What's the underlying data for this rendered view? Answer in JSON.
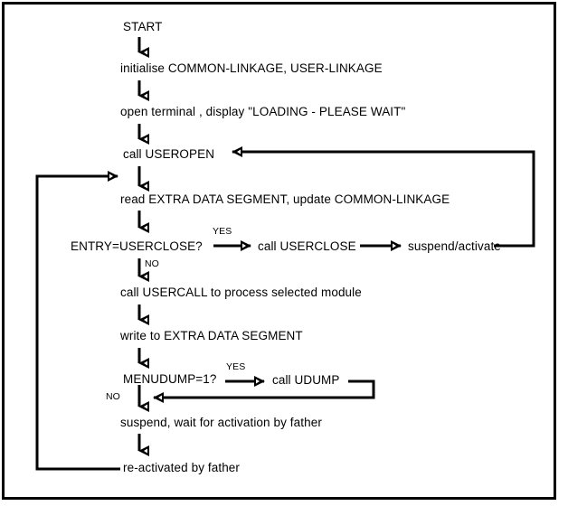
{
  "diagram": {
    "title": "Program flow chart",
    "background_color": "#ffffff",
    "line_color": "#000000",
    "border_color": "#000000",
    "nodes": [
      {
        "id": "start",
        "label": "START"
      },
      {
        "id": "initialise",
        "label": "initialise COMMON-LINKAGE, USER-LINKAGE"
      },
      {
        "id": "open_terminal",
        "label": "open terminal ,   display \"LOADING - PLEASE WAIT\""
      },
      {
        "id": "useropen",
        "label": "call USEROPEN"
      },
      {
        "id": "read_eds",
        "label": "read EXTRA DATA SEGMENT, update COMMON-LINKAGE"
      },
      {
        "id": "entry_check",
        "label": "ENTRY=USERCLOSE?"
      },
      {
        "id": "userclose",
        "label": "call USERCLOSE"
      },
      {
        "id": "suspend_act",
        "label": "suspend/activate"
      },
      {
        "id": "usercall",
        "label": "call USERCALL to process selected module"
      },
      {
        "id": "write_eds",
        "label": "write to EXTRA DATA SEGMENT"
      },
      {
        "id": "menudump",
        "label": "MENUDUMP=1?"
      },
      {
        "id": "udump",
        "label": "call UDUMP"
      },
      {
        "id": "suspend_wait",
        "label": "suspend, wait for activation by father"
      },
      {
        "id": "reactivated",
        "label": "re-activated by father"
      }
    ],
    "edge_labels": [
      {
        "id": "entry_yes",
        "label": "YES"
      },
      {
        "id": "entry_no",
        "label": "NO"
      },
      {
        "id": "menudump_yes",
        "label": "YES"
      },
      {
        "id": "menudump_no",
        "label": "NO"
      }
    ]
  }
}
